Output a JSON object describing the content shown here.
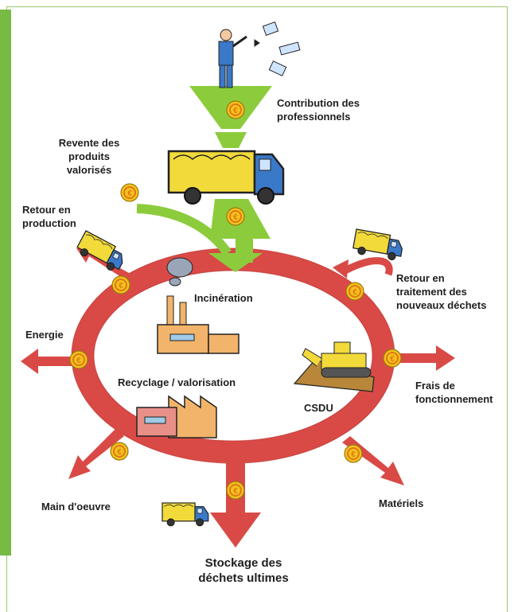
{
  "colors": {
    "ring": "#d94a46",
    "ring_dark": "#b93632",
    "funnel_green": "#8ccc3c",
    "coin": "#f3c21c",
    "coin_euro": "#e07818",
    "truck_body": "#f2da3a",
    "truck_cab": "#3a78c8",
    "factory_orange": "#f2b46a",
    "frame_green": "#77bb44"
  },
  "labels": {
    "contribution": "Contribution des\nprofessionnels",
    "revente": "Revente des\nproduits\nvalorisés",
    "retour_production": "Retour en\nproduction",
    "retour_traitement": "Retour en\ntraitement des\nnouveaux déchets",
    "incineration": "Incinération",
    "energie": "Energie",
    "recyclage": "Recyclage / valorisation",
    "csdu": "CSDU",
    "frais": "Frais de\nfonctionnement",
    "main_oeuvre": "Main d'oeuvre",
    "materiels": "Matériels",
    "stockage": "Stockage des\ndéchets ultimes"
  },
  "icons": {
    "worker": "worker-throwing-waste-icon",
    "truck": "truck-icon",
    "coin": "euro-coin-icon",
    "incinerator": "incinerator-factory-icon",
    "recycling_plant": "recycling-factory-icon",
    "bulldozer": "bulldozer-icon"
  }
}
